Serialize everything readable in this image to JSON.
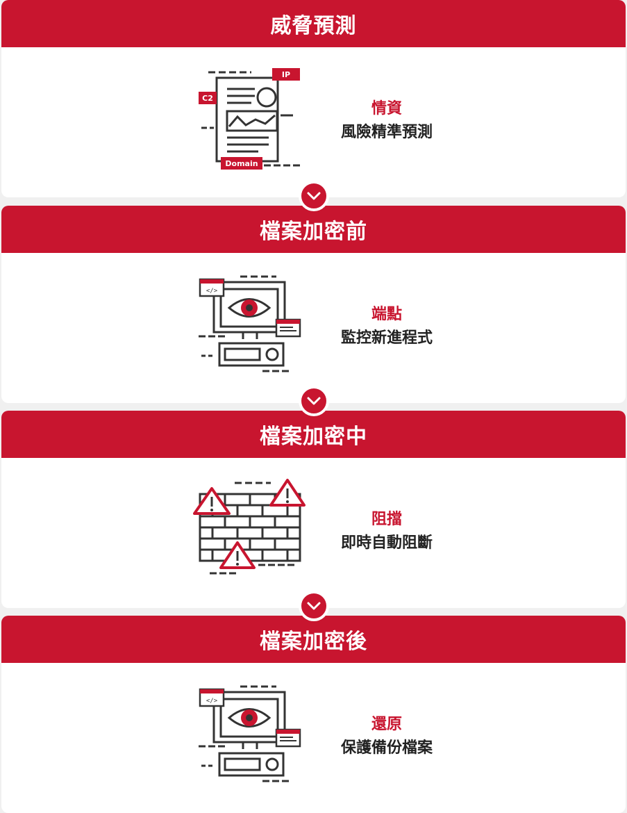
{
  "colors": {
    "accent": "#c8152f",
    "text": "#222222",
    "background": "#f0f0f0"
  },
  "steps": [
    {
      "title": "威脅預測",
      "highlight": "情資",
      "description": "風險精準預測",
      "icon": "threat-intel-document-icon",
      "icon_labels": {
        "ip": "IP",
        "c2": "C2",
        "domain": "Domain"
      }
    },
    {
      "title": "檔案加密前",
      "highlight": "端點",
      "description": "監控新進程式",
      "icon": "endpoint-monitor-icon",
      "icon_labels": {
        "code": "</>"
      }
    },
    {
      "title": "檔案加密中",
      "highlight": "阻擋",
      "description": "即時自動阻斷",
      "icon": "firewall-warning-icon"
    },
    {
      "title": "檔案加密後",
      "highlight": "還原",
      "description": "保護備份檔案",
      "icon": "endpoint-restore-icon",
      "icon_labels": {
        "code": "</>"
      }
    }
  ],
  "connector_icon": "chevron-down-icon"
}
